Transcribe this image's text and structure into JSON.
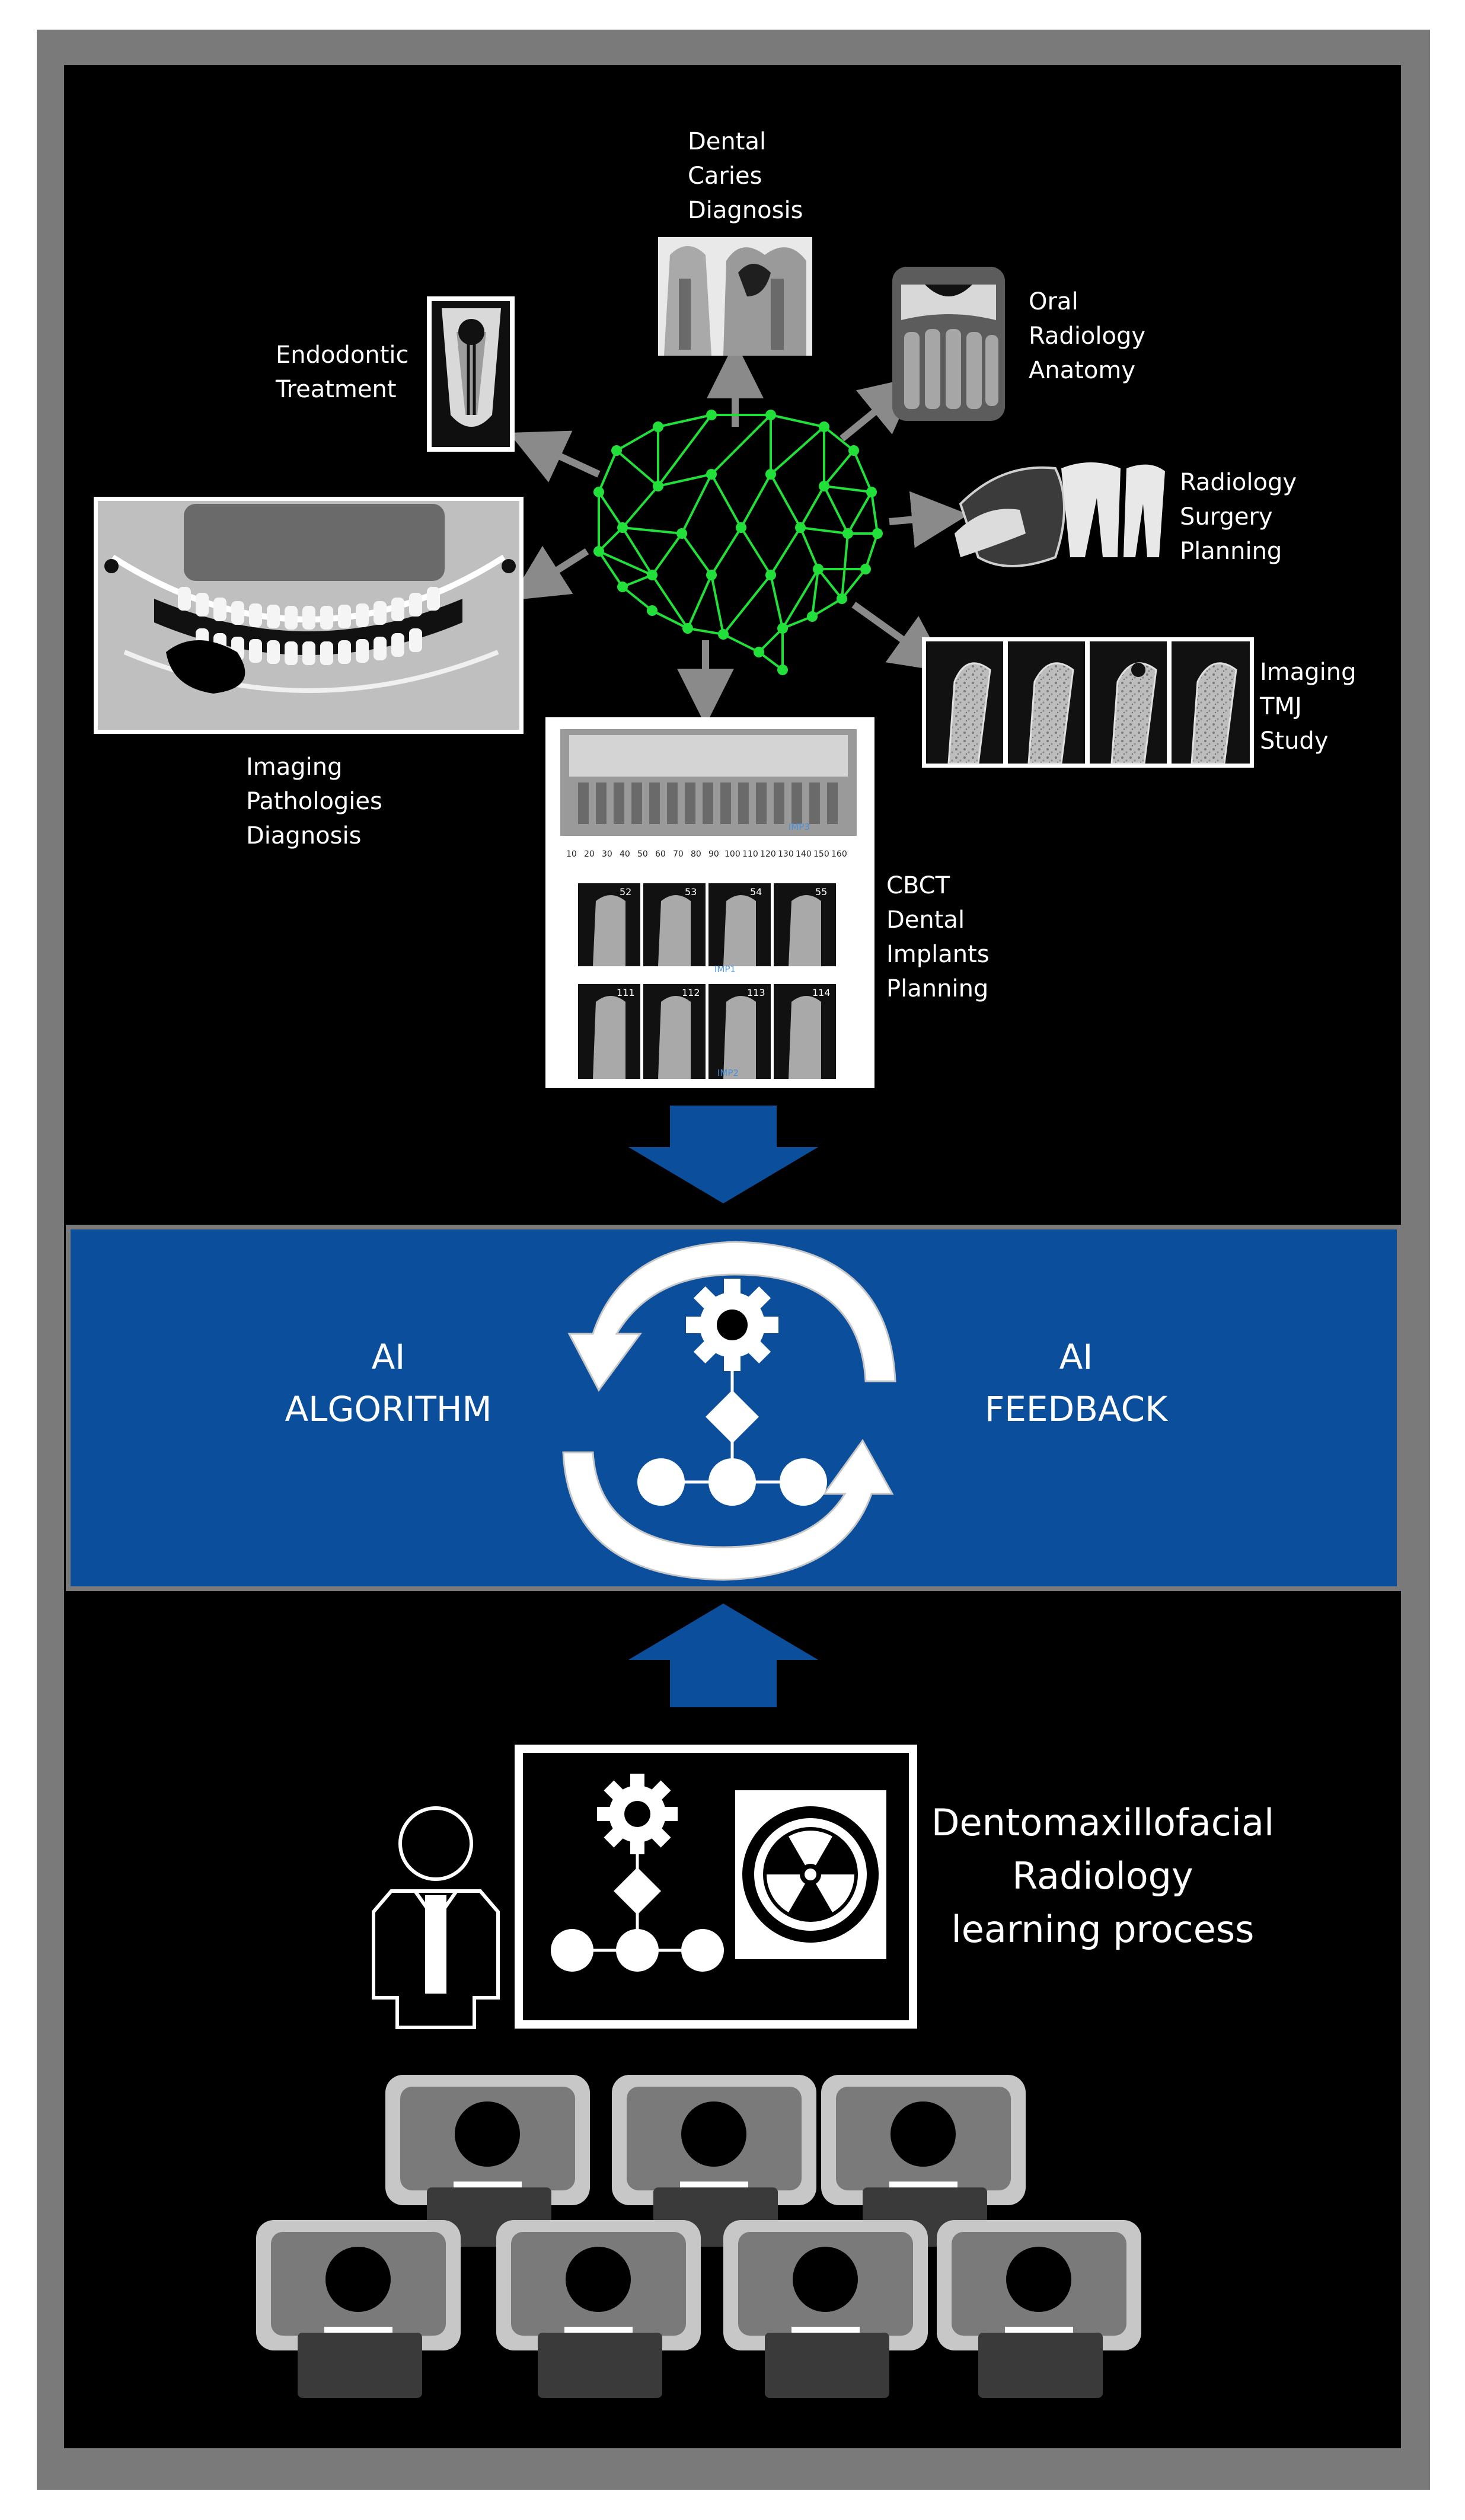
{
  "colors": {
    "background": "#000000",
    "frame": "#7a7a7a",
    "network": "#22e03a",
    "band": "#0b4f9c",
    "arrow": "#0b4f9c",
    "grey_arrow": "#8a8a8a"
  },
  "applications": {
    "caries": "Dental\nCaries\nDiagnosis",
    "oral_anatomy": "Oral\nRadiology\nAnatomy",
    "endodontic": "Endodontic\nTreatment",
    "surgery_planning": "Radiology\nSurgery\nPlanning",
    "pathologies": "Imaging\nPathologies\nDiagnosis",
    "tmj": "Imaging\nTMJ\nStudy",
    "cbct_implants": "CBCT\nDental\nImplants\nPlanning"
  },
  "cbct_panel": {
    "ruler": [
      "10",
      "20",
      "30",
      "40",
      "50",
      "60",
      "70",
      "80",
      "90",
      "100",
      "110",
      "120",
      "130",
      "140",
      "150",
      "160"
    ],
    "slices_top": [
      "52",
      "53",
      "54",
      "55"
    ],
    "slices_bottom": [
      "111",
      "112",
      "113",
      "114"
    ],
    "implant_labels": [
      "IMP1",
      "IMP2",
      "IMP3"
    ]
  },
  "cycle_band": {
    "left_label": "AI\nALGORITHM",
    "right_label": "AI\nFEEDBACK",
    "icons": [
      "gear-icon",
      "decision-diamond-icon",
      "node-row-icon",
      "cycle-arrows-icon"
    ]
  },
  "learning": {
    "label": "Dentomaxillofacial\nRadiology\nlearning process",
    "icons": [
      "instructor-icon",
      "gear-icon",
      "decision-diamond-icon",
      "radiation-icon"
    ]
  },
  "students": {
    "rows": [
      3,
      4
    ]
  }
}
